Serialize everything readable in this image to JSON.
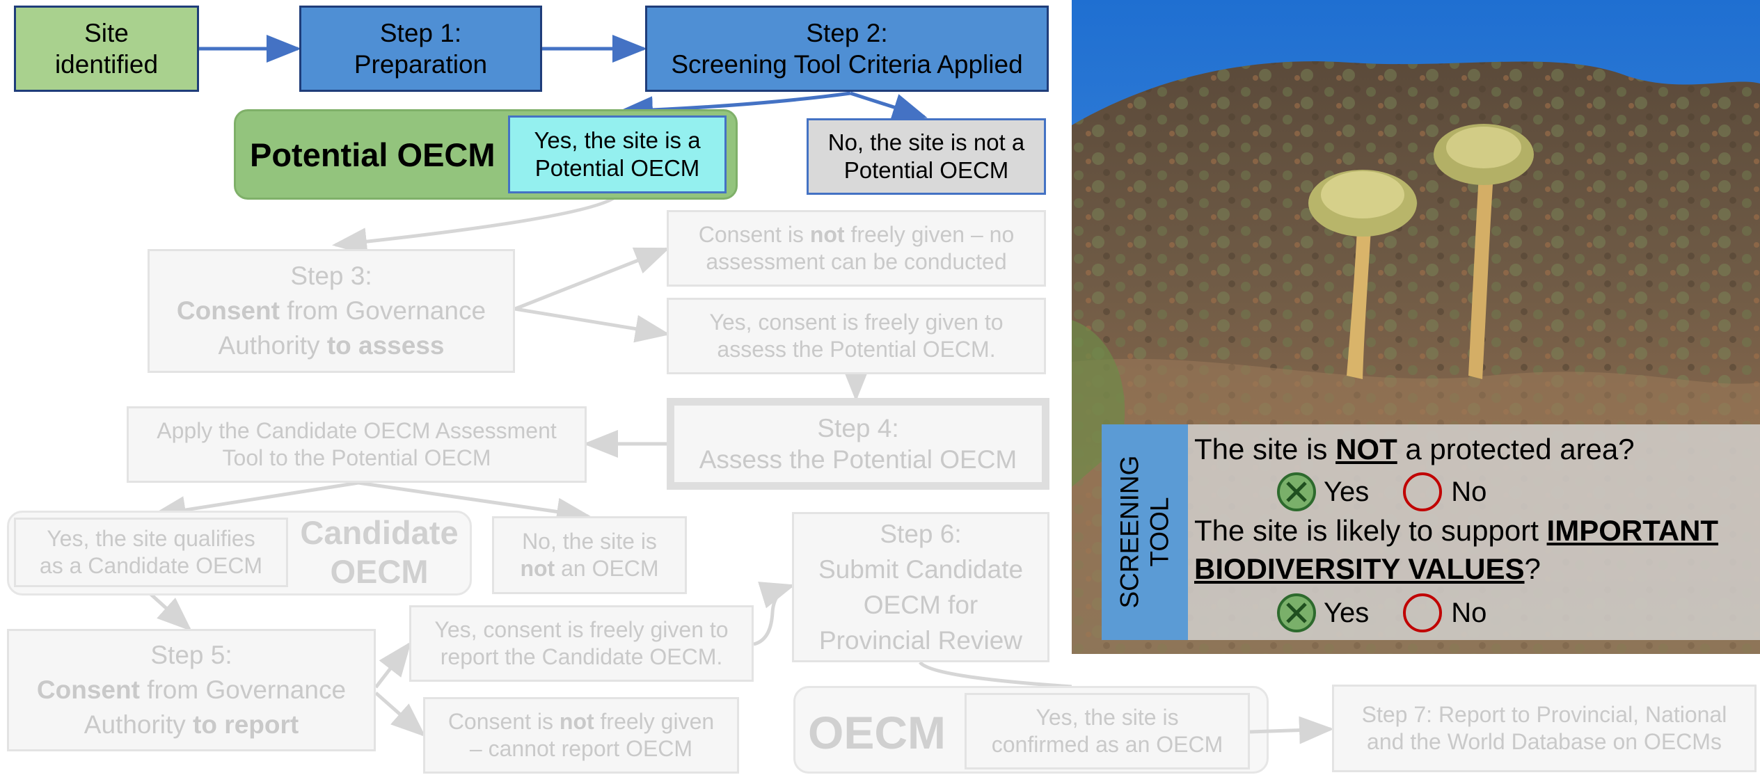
{
  "flow": {
    "site_identified": [
      "Site",
      "identified"
    ],
    "step1": [
      "Step 1:",
      "Preparation"
    ],
    "step2": [
      "Step 2:",
      "Screening Tool Criteria Applied"
    ],
    "potential_group_title": "Potential OECM",
    "potential_yes": [
      "Yes, the site is a",
      "Potential OECM"
    ],
    "potential_no": [
      "No, the site is not a",
      "Potential OECM"
    ],
    "step3": {
      "line1": "Step 3:",
      "bold_a": "Consent",
      "rest_a": " from Governance",
      "pre_b": "Authority ",
      "bold_b": "to assess"
    },
    "consent_not_assess": {
      "pre": "Consent is ",
      "bold": "not",
      "post": " freely given – no",
      "line2": "assessment can be conducted"
    },
    "consent_yes_assess": [
      "Yes, consent is freely given to",
      "assess the Potential OECM."
    ],
    "step4": [
      "Step 4:",
      "Assess the Potential OECM"
    ],
    "apply_tool": [
      "Apply the Candidate OECM Assessment",
      "Tool to the Potential OECM"
    ],
    "candidate_yes": [
      "Yes, the site qualifies",
      "as a Candidate OECM"
    ],
    "candidate_group_title": [
      "Candidate",
      "OECM"
    ],
    "candidate_no": {
      "line1": "No, the site is",
      "bold": "not",
      "post": " an OECM"
    },
    "step5": {
      "line1": "Step 5:",
      "bold_a": "Consent",
      "rest_a": " from Governance",
      "pre_b": "Authority ",
      "bold_b": "to report"
    },
    "consent_yes_report": [
      "Yes, consent is freely given to",
      "report the Candidate OECM."
    ],
    "consent_not_report": {
      "pre": "Consent is ",
      "bold": "not",
      "post": " freely given",
      "line2": "– cannot report OECM"
    },
    "step6": [
      "Step 6:",
      "Submit Candidate",
      "OECM for",
      "Provincial Review"
    ],
    "oecm_group_title": "OECM",
    "oecm_yes": [
      "Yes, the site is",
      "confirmed as an OECM"
    ],
    "step7": [
      "Step 7: Report to Provincial, National",
      "and the World Database on OECMs"
    ]
  },
  "screening_tool": {
    "side_label": [
      "SCREENING",
      "TOOL"
    ],
    "q1": {
      "pre": "The site is ",
      "emph": "NOT",
      "post": " a protected area?"
    },
    "q2": {
      "pre": "The site is likely to support ",
      "emph1": "IMPORTANT",
      "emph2": "BIODIVERSITY VALUES",
      "post": "?"
    },
    "yes_label": "Yes",
    "no_label": "No",
    "q1_answer": "Yes",
    "q2_answer": "Yes"
  },
  "colors": {
    "step_blue": "#4f8fd4",
    "start_green": "#a9d18e",
    "potential_green": "#93c47d",
    "yes_cyan": "#94f0ef",
    "no_gray": "#d9d9d9",
    "arrow_blue": "#4472c4",
    "screening_blue": "#5b9bd5",
    "check_green": "#3e7a3e",
    "no_red": "#c00000"
  },
  "icons": [
    "check-circle-icon",
    "empty-circle-icon"
  ]
}
